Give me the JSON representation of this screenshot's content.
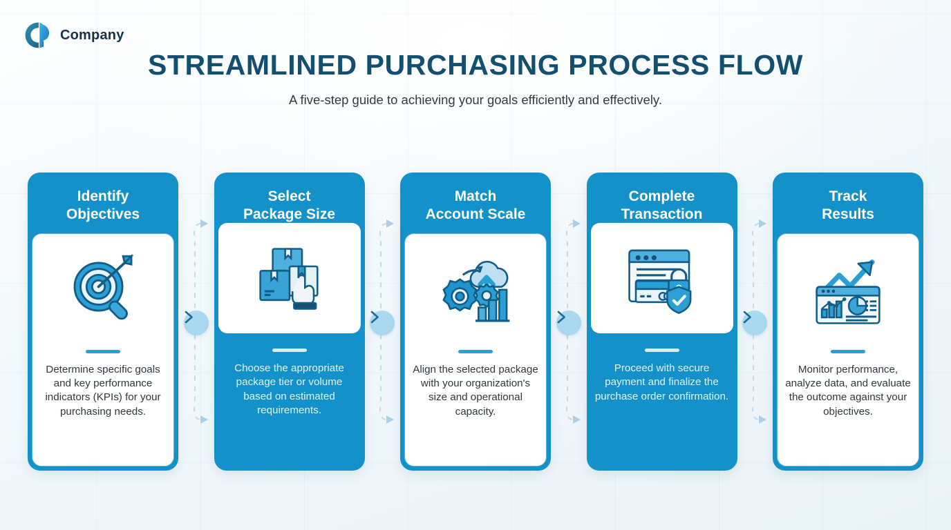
{
  "brand": {
    "name": "Company",
    "logo_icon": "cp-monogram-logo-icon",
    "color": "#16324a"
  },
  "header": {
    "title": "STREAMLINED PURCHASING PROCESS FLOW",
    "subtitle": "A five-step guide to achieving your goals efficiently and effectively.",
    "title_color": "#13506f"
  },
  "theme": {
    "primary": "#1391c8",
    "accent_light": "#a9d8ef",
    "divider": "#2a9fd4"
  },
  "connector": {
    "icon": "chevron-right-icon",
    "count": 4
  },
  "steps": [
    {
      "title": "Identify\nObjectives",
      "title_flat": "Identify Objectives",
      "description": "Determine specific goals and key performance indicators (KPIs) for your purchasing needs.",
      "icon": "target-magnifier-icon",
      "style": "light"
    },
    {
      "title": "Select\nPackage Size",
      "title_flat": "Select Package Size",
      "description": "Choose the appropriate package tier or volume based on estimated requirements.",
      "icon": "packages-hand-select-icon",
      "style": "dark"
    },
    {
      "title": "Match\nAccount Scale",
      "title_flat": "Match Account Scale",
      "description": "Align the selected package with your organization's size and operational capacity.",
      "icon": "gear-cloud-chart-icon",
      "style": "light"
    },
    {
      "title": "Complete\nTransaction",
      "title_flat": "Complete Transaction",
      "description": "Proceed with secure payment and finalize the purchase order confirmation.",
      "icon": "secure-payment-lock-shield-icon",
      "style": "dark"
    },
    {
      "title": "Track\nResults",
      "title_flat": "Track Results",
      "description": "Monitor performance, analyze data, and evaluate the outcome against your objectives.",
      "icon": "analytics-growth-dashboard-icon",
      "style": "light"
    }
  ]
}
